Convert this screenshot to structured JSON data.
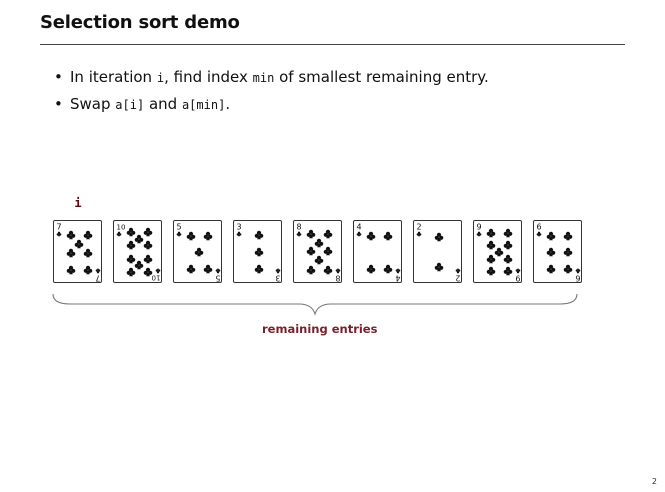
{
  "slide": {
    "title": "Selection sort demo",
    "page_number": "2"
  },
  "bullets": [
    {
      "parts": [
        "In iteration ",
        "i",
        ", find index ",
        "min",
        " of smallest remaining entry."
      ]
    },
    {
      "parts": [
        "Swap ",
        "a[i]",
        " and ",
        "a[min]",
        "."
      ]
    }
  ],
  "index_label": "i",
  "cards": [
    {
      "rank": "7",
      "suit": "clubs"
    },
    {
      "rank": "10",
      "suit": "clubs"
    },
    {
      "rank": "5",
      "suit": "clubs"
    },
    {
      "rank": "3",
      "suit": "clubs"
    },
    {
      "rank": "8",
      "suit": "clubs"
    },
    {
      "rank": "4",
      "suit": "clubs"
    },
    {
      "rank": "2",
      "suit": "clubs"
    },
    {
      "rank": "9",
      "suit": "clubs"
    },
    {
      "rank": "6",
      "suit": "clubs"
    }
  ],
  "brace_label": "remaining entries",
  "colors": {
    "accent": "#7a1f2b",
    "index_label": "#5a0a0a"
  }
}
